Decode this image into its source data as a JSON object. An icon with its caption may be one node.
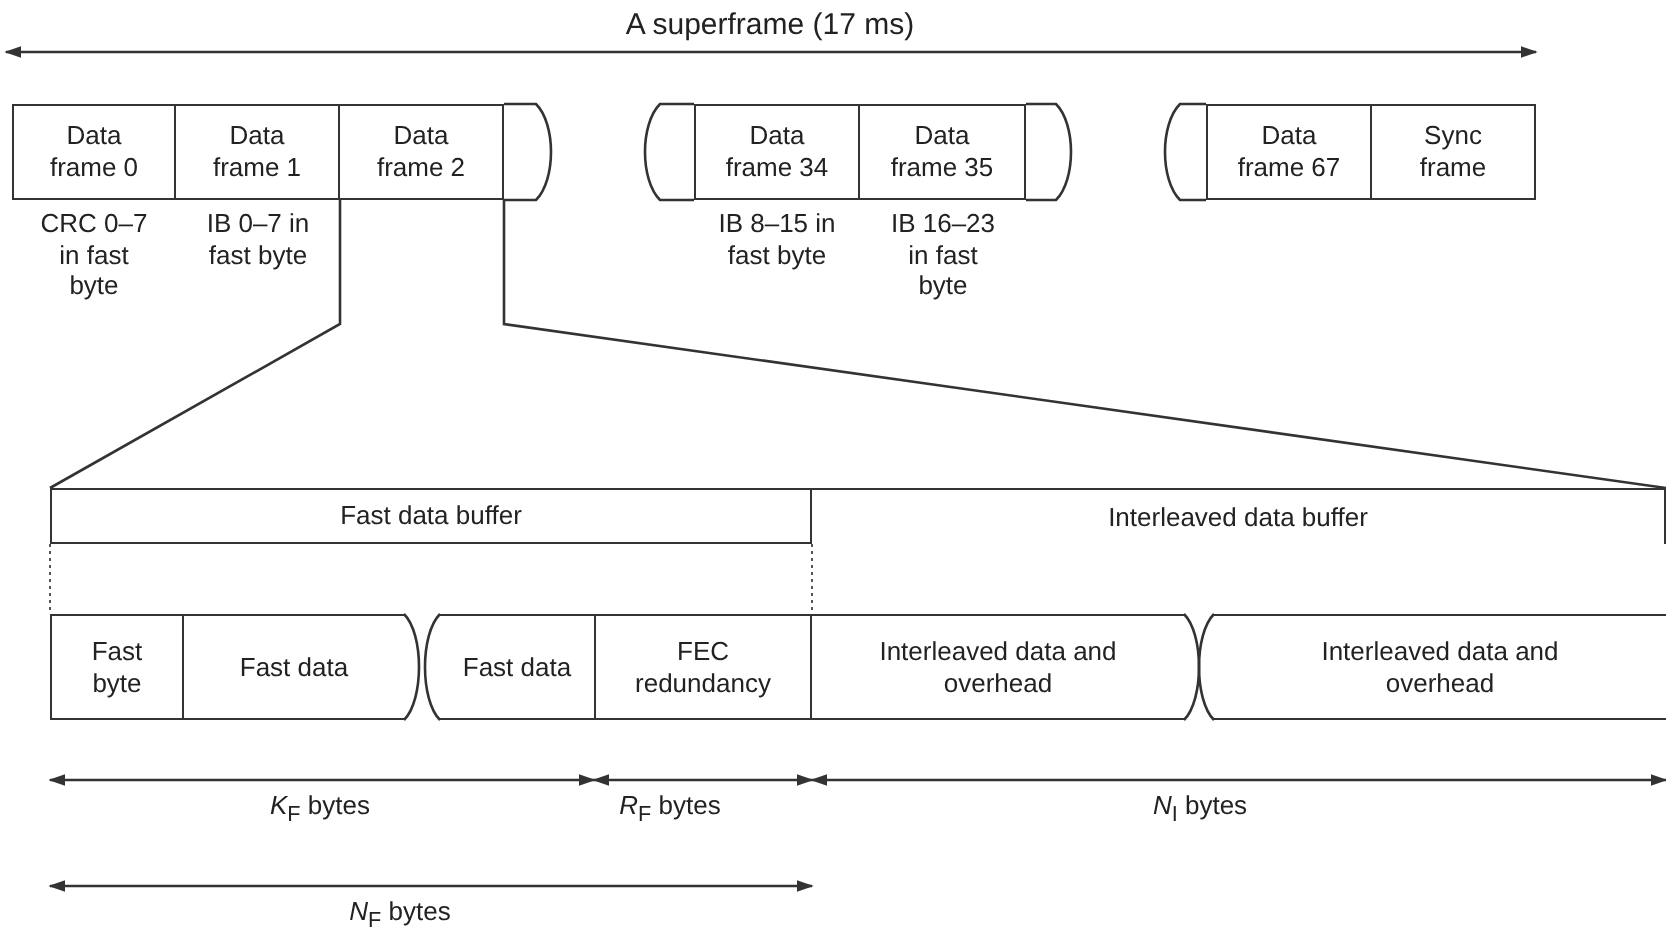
{
  "diagram": {
    "nodes": [
      {
        "text": [
          "Data frame 0"
        ],
        "beside": [
          "CRC 0–7 in fast byte"
        ]
      },
      {
        "text": [
          "Data frame 1"
        ],
        "beside": [
          "IB 0–7 in fast byte"
        ]
      },
      {
        "text": [
          "Data frame 2"
        ]
      },
      {
        "text": [
          "Data frame 34"
        ],
        "beside": [
          "IB 8–15 in fast byte"
        ]
      },
      {
        "text": [
          "Data frame 35"
        ],
        "beside": [
          "IB 16–23 in fast byte"
        ]
      },
      {
        "text": [
          "Data frame 67"
        ]
      },
      {
        "text": [
          "Sync frame"
        ]
      },
      {
        "text": [
          "Fast data buffer"
        ]
      },
      {
        "text": [
          "Interleaved data buffer"
        ]
      },
      {
        "text": [
          "Fast byte"
        ]
      },
      {
        "text": [
          "Fast data"
        ]
      },
      {
        "text": [
          "Fast data"
        ]
      },
      {
        "text": [
          "FEC redundancy"
        ]
      },
      {
        "text": [
          "Interleaved data and overhead"
        ]
      },
      {
        "text": [
          "Interleaved data and overhead"
        ]
      }
    ],
    "edges": [
      {
        "from": 2,
        "to": 7,
        "arrow": "none"
      },
      {
        "from": 2,
        "to": 8,
        "arrow": "none"
      }
    ],
    "labels": [
      "A superframe (17 ms)",
      "*K*$_{F}$ bytes",
      "*R*$_{F}$ bytes",
      "*N*$_{I}$ bytes",
      "*N*$_{F}$ bytes"
    ]
  }
}
